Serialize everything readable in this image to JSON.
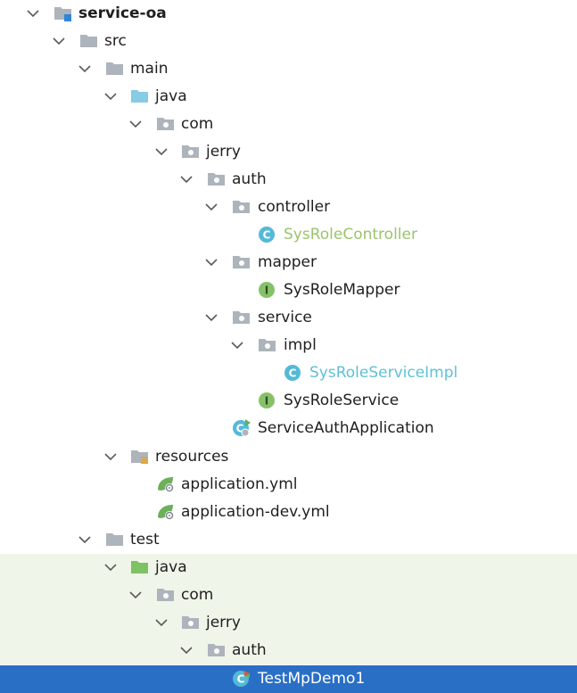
{
  "project_tree": {
    "root": "service-oa",
    "src": "src",
    "main": "main",
    "main_java": "java",
    "main_com": "com",
    "main_jerry": "jerry",
    "main_auth": "auth",
    "controller": "controller",
    "sys_role_controller": "SysRoleController",
    "mapper": "mapper",
    "sys_role_mapper": "SysRoleMapper",
    "service": "service",
    "impl": "impl",
    "sys_role_service_impl": "SysRoleServiceImpl",
    "sys_role_service": "SysRoleService",
    "service_auth_application": "ServiceAuthApplication",
    "resources": "resources",
    "application_yml": "application.yml",
    "application_dev_yml": "application-dev.yml",
    "test": "test",
    "test_java": "java",
    "test_com": "com",
    "test_jerry": "jerry",
    "test_auth": "auth",
    "test_mp_demo1": "TestMpDemo1",
    "class_glyph": "C",
    "interface_glyph": "I"
  },
  "colors": {
    "folder": "#aeb4bb",
    "source_root": "#87cbe6",
    "test_root": "#7dc263",
    "class_icon": "#54b9d9",
    "interface_icon": "#86c169",
    "spring_leaf": "#6cb05a",
    "selection": "#2a6fc6",
    "test_background": "#eff5e8",
    "unversioned_green": "#9bc46b",
    "unversioned_cyan": "#5fc0d6"
  },
  "icons": [
    "chevron-down-icon",
    "module-folder-icon",
    "folder-icon",
    "source-root-folder-icon",
    "package-icon",
    "class-icon",
    "interface-icon",
    "spring-boot-app-icon",
    "resources-folder-icon",
    "spring-config-icon",
    "test-root-folder-icon",
    "test-class-icon"
  ]
}
